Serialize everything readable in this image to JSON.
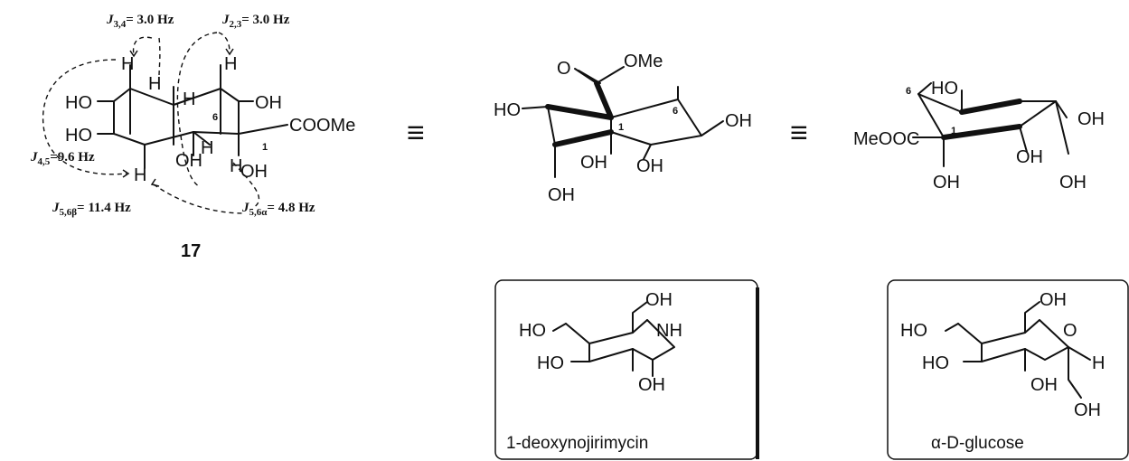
{
  "compound17": {
    "number": "17",
    "labels": {
      "ho_left_top": "HO",
      "ho_left_mid": "HO",
      "oh_right_top": "OH",
      "cooome": "COOMe",
      "oh_mid": "OH",
      "oh_bottom": "OH",
      "c6": "6",
      "c1": "1",
      "h": "H"
    },
    "couplings": {
      "j34": {
        "sym": "J",
        "sub": "3,4",
        "val": "= 3.0 Hz"
      },
      "j23": {
        "sym": "J",
        "sub": "2,3",
        "val": "= 3.0 Hz"
      },
      "j45": {
        "sym": "J",
        "sub": "4,5",
        "val": "=9.6 Hz"
      },
      "j56b": {
        "sym": "J",
        "sub": "5,6β",
        "val": "= 11.4 Hz"
      },
      "j56a": {
        "sym": "J",
        "sub": "5,6α",
        "val": "= 4.8 Hz"
      }
    }
  },
  "equiv_symbol": "≡",
  "structure_middle": {
    "o": "O",
    "ome": "OMe",
    "ho": "HO",
    "oh_right": "OH",
    "oh_a": "OH",
    "oh_b": "OH",
    "oh_c": "OH",
    "c1": "1",
    "c6": "6"
  },
  "structure_right": {
    "ho": "HO",
    "meooc": "MeOOC",
    "oh_top": "OH",
    "oh_mid": "OH",
    "oh_bottom_left": "OH",
    "oh_bottom_right": "OH",
    "c1": "1",
    "c6": "6"
  },
  "box_dnj": {
    "oh_top": "OH",
    "nh": "NH",
    "ho_a": "HO",
    "ho_b": "HO",
    "oh_low": "OH",
    "caption": "1-deoxynojirimycin"
  },
  "box_glucose": {
    "oh_top": "OH",
    "o": "O",
    "h": "H",
    "ho_a": "HO",
    "ho_b": "HO",
    "oh_low": "OH",
    "oh_bottom": "OH",
    "caption": "α-D-glucose"
  }
}
